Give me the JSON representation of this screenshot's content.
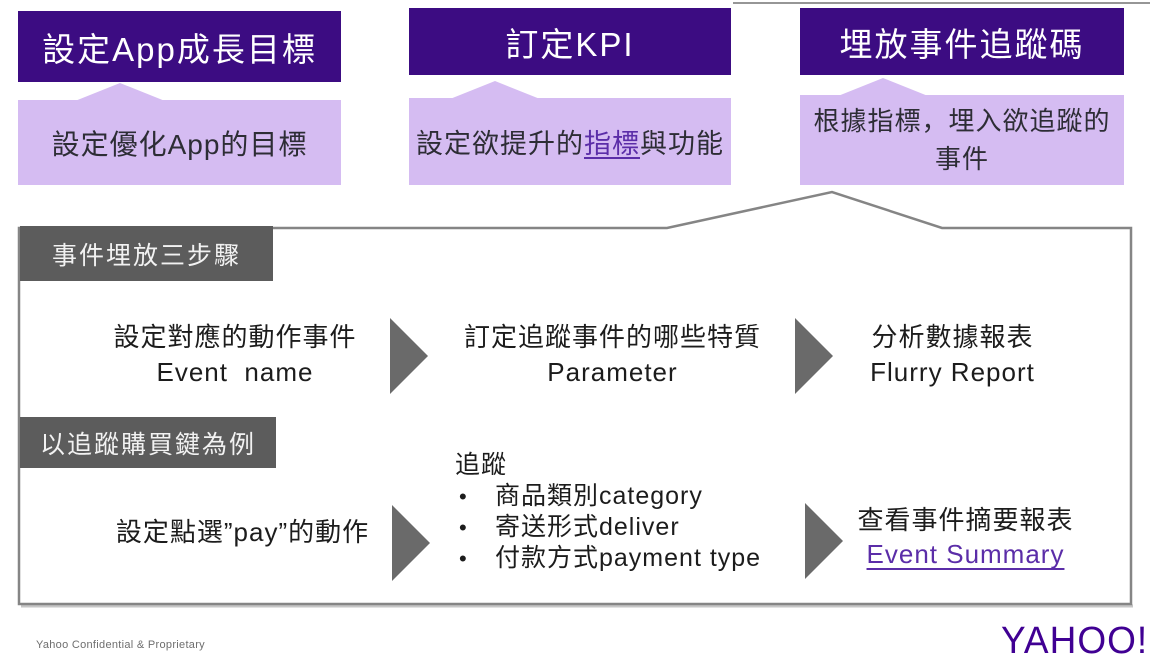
{
  "colors": {
    "header_bg": "#3c0c82",
    "callout_bg": "#d5bcf2",
    "gray_label_bg": "#5c5c5c",
    "panel_border": "#858585",
    "arrow_gray": "#6a6a6a",
    "link_purple": "#5b2da8",
    "logo_purple": "#400093"
  },
  "phases": [
    {
      "title": "設定App成長目標",
      "detail": "設定優化App的目標"
    },
    {
      "title": "訂定KPI",
      "detail_prefix": "設定欲提升的",
      "detail_link": "指標",
      "detail_suffix": "與功能"
    },
    {
      "title": "埋放事件追蹤碼",
      "detail_line1": "根據指標，埋入欲追蹤的",
      "detail_line2": "事件"
    }
  ],
  "panel": {
    "label_steps": "事件埋放三步驟",
    "steps": [
      {
        "zh": "設定對應的動作事件",
        "en": "Event  name"
      },
      {
        "zh": "訂定追蹤事件的哪些特質",
        "en": "Parameter"
      },
      {
        "zh": "分析數據報表",
        "en": "Flurry Report"
      }
    ],
    "label_example": "以追蹤購買鍵為例",
    "example": {
      "action": "設定點選”pay”的動作",
      "tracking_title": "追蹤",
      "bullet_glyph": "•",
      "tracking_items": [
        "商品類別category",
        "寄送形式deliver",
        "付款方式payment type"
      ],
      "report_zh": "查看事件摘要報表",
      "report_link": "Event Summary"
    }
  },
  "footer": {
    "note": "Yahoo Confidential & Proprietary",
    "logo": "YAHOO!"
  }
}
